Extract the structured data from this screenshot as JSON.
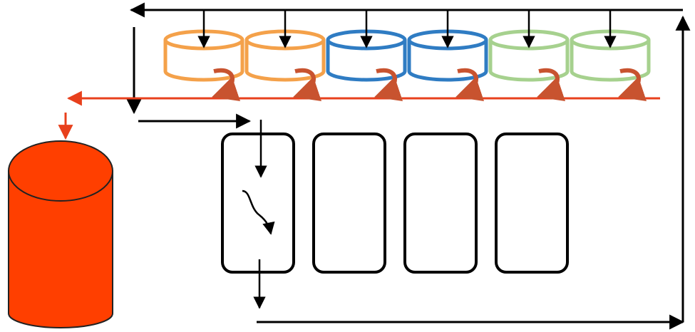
{
  "colors": {
    "background": "#ffffff",
    "line": "#000000",
    "orange": "#f4a14a",
    "blue": "#2f7cc3",
    "green": "#a6d18e",
    "red_flow": "#e8401c",
    "red_arrow": "#c8532f",
    "tank_fill": "#ff3f00",
    "tank_stroke": "#222222"
  },
  "diagram": {
    "small_cylinders": [
      {
        "color_key": "orange"
      },
      {
        "color_key": "orange"
      },
      {
        "color_key": "blue"
      },
      {
        "color_key": "blue"
      },
      {
        "color_key": "green"
      },
      {
        "color_key": "green"
      }
    ],
    "boxes": [
      {
        "has_curve": true
      },
      {
        "has_curve": false
      },
      {
        "has_curve": false
      },
      {
        "has_curve": false
      }
    ]
  }
}
